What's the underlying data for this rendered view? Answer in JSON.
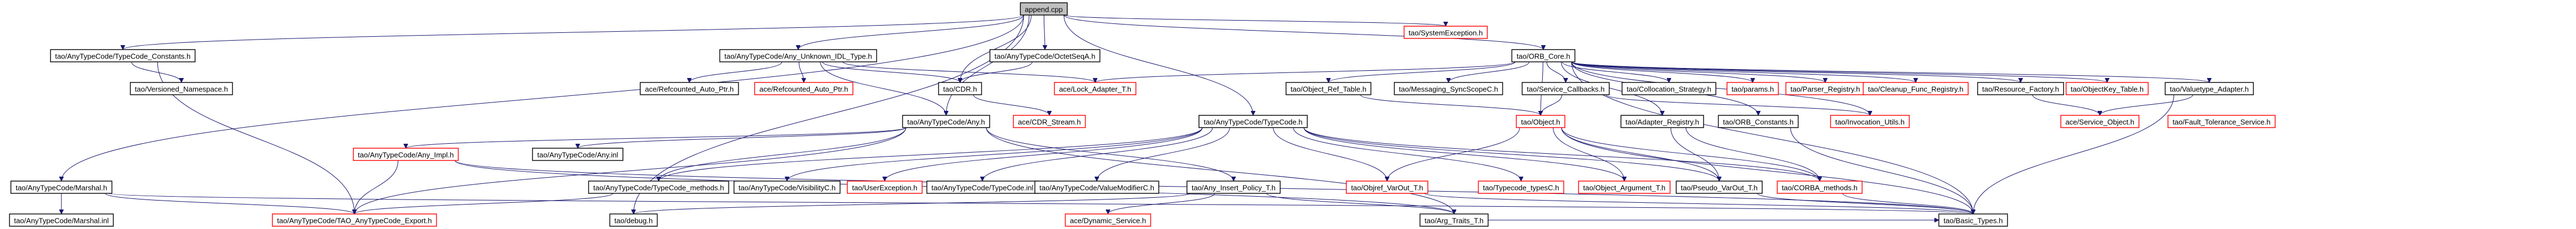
{
  "title": "",
  "colors": {
    "edge": "#191970",
    "root_fill": "#bfbfbf",
    "missing_border": "#ff0000",
    "box_border": "#000000"
  },
  "nodes": [
    {
      "id": "root",
      "label": "append.cpp",
      "style": "root"
    },
    {
      "id": "sysexc",
      "label": "tao/SystemException.h",
      "style": "red"
    },
    {
      "id": "constants",
      "label": "tao/AnyTypeCode/TypeCode_Constants.h",
      "style": "normal"
    },
    {
      "id": "unknown",
      "label": "tao/AnyTypeCode/Any_Unknown_IDL_Type.h",
      "style": "normal"
    },
    {
      "id": "octetseq",
      "label": "tao/AnyTypeCode/OctetSeqA.h",
      "style": "normal"
    },
    {
      "id": "orbcore",
      "label": "tao/ORB_Core.h",
      "style": "normal"
    },
    {
      "id": "verns",
      "label": "tao/Versioned_Namespace.h",
      "style": "normal"
    },
    {
      "id": "refauto",
      "label": "ace/Refcounted_Auto_Ptr.h",
      "style": "normal"
    },
    {
      "id": "refauto2",
      "label": "ace/Refcounted_Auto_Ptr.h",
      "style": "red"
    },
    {
      "id": "cdr",
      "label": "tao/CDR.h",
      "style": "normal"
    },
    {
      "id": "locklock",
      "label": "ace/Lock_Adapter_T.h",
      "style": "red"
    },
    {
      "id": "objreftable",
      "label": "tao/Object_Ref_Table.h",
      "style": "normal"
    },
    {
      "id": "syncscope",
      "label": "tao/Messaging_SyncScopeC.h",
      "style": "normal"
    },
    {
      "id": "svccb",
      "label": "tao/Service_Callbacks.h",
      "style": "normal"
    },
    {
      "id": "colloc",
      "label": "tao/Collocation_Strategy.h",
      "style": "normal"
    },
    {
      "id": "params",
      "label": "tao/params.h",
      "style": "red"
    },
    {
      "id": "parser",
      "label": "tao/Parser_Registry.h",
      "style": "red"
    },
    {
      "id": "cleanup",
      "label": "tao/Cleanup_Func_Registry.h",
      "style": "red"
    },
    {
      "id": "resfactory",
      "label": "tao/Resource_Factory.h",
      "style": "normal"
    },
    {
      "id": "objkeytable",
      "label": "tao/ObjectKey_Table.h",
      "style": "red"
    },
    {
      "id": "valuetype",
      "label": "tao/Valuetype_Adapter.h",
      "style": "normal"
    },
    {
      "id": "any",
      "label": "tao/AnyTypeCode/Any.h",
      "style": "normal"
    },
    {
      "id": "typecode",
      "label": "tao/AnyTypeCode/TypeCode.h",
      "style": "normal"
    },
    {
      "id": "cdrstream",
      "label": "ace/CDR_Stream.h",
      "style": "red"
    },
    {
      "id": "object",
      "label": "tao/Object.h",
      "style": "red"
    },
    {
      "id": "adapterreg",
      "label": "tao/Adapter_Registry.h",
      "style": "normal"
    },
    {
      "id": "orbconst",
      "label": "tao/ORB_Constants.h",
      "style": "normal"
    },
    {
      "id": "invutils",
      "label": "tao/Invocation_Utils.h",
      "style": "red"
    },
    {
      "id": "svcobj",
      "label": "ace/Service_Object.h",
      "style": "red"
    },
    {
      "id": "faulttol",
      "label": "tao/Fault_Tolerance_Service.h",
      "style": "red"
    },
    {
      "id": "anyinl",
      "label": "tao/AnyTypeCode/Any.inl",
      "style": "normal"
    },
    {
      "id": "anyimpl",
      "label": "tao/AnyTypeCode/Any_Impl.h",
      "style": "red"
    },
    {
      "id": "marshal",
      "label": "tao/AnyTypeCode/Marshal.h",
      "style": "normal"
    },
    {
      "id": "methods",
      "label": "tao/AnyTypeCode/TypeCode_methods.h",
      "style": "normal"
    },
    {
      "id": "visibility",
      "label": "tao/AnyTypeCode/VisibilityC.h",
      "style": "normal"
    },
    {
      "id": "userexc",
      "label": "tao/UserException.h",
      "style": "red"
    },
    {
      "id": "tcinl",
      "label": "tao/AnyTypeCode/TypeCode.inl",
      "style": "normal"
    },
    {
      "id": "valuemod",
      "label": "tao/AnyTypeCode/ValueModifierC.h",
      "style": "normal"
    },
    {
      "id": "insert",
      "label": "tao/Any_Insert_Policy_T.h",
      "style": "normal"
    },
    {
      "id": "objvarout",
      "label": "tao/Objref_VarOut_T.h",
      "style": "red"
    },
    {
      "id": "typecodetypes",
      "label": "tao/Typecode_typesC.h",
      "style": "red"
    },
    {
      "id": "objarg",
      "label": "tao/Object_Argument_T.h",
      "style": "red"
    },
    {
      "id": "pseudo",
      "label": "tao/Pseudo_VarOut_T.h",
      "style": "normal"
    },
    {
      "id": "corbamethods",
      "label": "tao/CORBA_methods.h",
      "style": "red"
    },
    {
      "id": "marshalinl",
      "label": "tao/AnyTypeCode/Marshal.inl",
      "style": "normal"
    },
    {
      "id": "taoexport",
      "label": "tao/AnyTypeCode/TAO_AnyTypeCode_Export.h",
      "style": "red"
    },
    {
      "id": "debug",
      "label": "tao/debug.h",
      "style": "normal"
    },
    {
      "id": "dynsvc",
      "label": "ace/Dynamic_Service.h",
      "style": "red"
    },
    {
      "id": "argtraits",
      "label": "tao/Arg_Traits_T.h",
      "style": "normal"
    },
    {
      "id": "basictypes",
      "label": "tao/Basic_Types.h",
      "style": "normal"
    }
  ],
  "edges": [
    [
      "root",
      "sysexc"
    ],
    [
      "root",
      "constants"
    ],
    [
      "root",
      "unknown"
    ],
    [
      "root",
      "octetseq"
    ],
    [
      "root",
      "orbcore"
    ],
    [
      "root",
      "any"
    ],
    [
      "root",
      "typecode"
    ],
    [
      "root",
      "marshal"
    ],
    [
      "root",
      "cdr"
    ],
    [
      "root",
      "debug"
    ],
    [
      "constants",
      "verns"
    ],
    [
      "constants",
      "taoexport"
    ],
    [
      "unknown",
      "refauto"
    ],
    [
      "unknown",
      "refauto2"
    ],
    [
      "unknown",
      "cdr"
    ],
    [
      "unknown",
      "locklock"
    ],
    [
      "unknown",
      "any"
    ],
    [
      "octetseq",
      "cdr"
    ],
    [
      "orbcore",
      "locklock"
    ],
    [
      "orbcore",
      "objreftable"
    ],
    [
      "orbcore",
      "syncscope"
    ],
    [
      "orbcore",
      "svccb"
    ],
    [
      "orbcore",
      "colloc"
    ],
    [
      "orbcore",
      "params"
    ],
    [
      "orbcore",
      "parser"
    ],
    [
      "orbcore",
      "cleanup"
    ],
    [
      "orbcore",
      "resfactory"
    ],
    [
      "orbcore",
      "objkeytable"
    ],
    [
      "orbcore",
      "valuetype"
    ],
    [
      "orbcore",
      "object"
    ],
    [
      "orbcore",
      "adapterreg"
    ],
    [
      "orbcore",
      "orbconst"
    ],
    [
      "orbcore",
      "invutils"
    ],
    [
      "orbcore",
      "basictypes"
    ],
    [
      "cdr",
      "cdrstream"
    ],
    [
      "objreftable",
      "object"
    ],
    [
      "svccb",
      "object"
    ],
    [
      "svccb",
      "invutils"
    ],
    [
      "resfactory",
      "svcobj"
    ],
    [
      "valuetype",
      "svcobj"
    ],
    [
      "valuetype",
      "basictypes"
    ],
    [
      "any",
      "anyinl"
    ],
    [
      "any",
      "anyimpl"
    ],
    [
      "any",
      "methods"
    ],
    [
      "any",
      "insert"
    ],
    [
      "any",
      "argtraits"
    ],
    [
      "any",
      "taoexport"
    ],
    [
      "typecode",
      "methods"
    ],
    [
      "typecode",
      "visibility"
    ],
    [
      "typecode",
      "userexc"
    ],
    [
      "typecode",
      "tcinl"
    ],
    [
      "typecode",
      "valuemod"
    ],
    [
      "typecode",
      "typecodetypes"
    ],
    [
      "typecode",
      "objarg"
    ],
    [
      "typecode",
      "pseudo"
    ],
    [
      "typecode",
      "corbamethods"
    ],
    [
      "typecode",
      "objvarout"
    ],
    [
      "object",
      "objvarout"
    ],
    [
      "object",
      "objarg"
    ],
    [
      "object",
      "pseudo"
    ],
    [
      "object",
      "corbamethods"
    ],
    [
      "object",
      "basictypes"
    ],
    [
      "adapterreg",
      "corbamethods"
    ],
    [
      "adapterreg",
      "pseudo"
    ],
    [
      "orbconst",
      "basictypes"
    ],
    [
      "anyimpl",
      "taoexport"
    ],
    [
      "anyimpl",
      "argtraits"
    ],
    [
      "anyimpl",
      "basictypes"
    ],
    [
      "marshal",
      "marshalinl"
    ],
    [
      "marshal",
      "taoexport"
    ],
    [
      "marshal",
      "basictypes"
    ],
    [
      "methods",
      "taoexport"
    ],
    [
      "insert",
      "dynsvc"
    ],
    [
      "insert",
      "argtraits"
    ],
    [
      "insert",
      "debug"
    ],
    [
      "objvarout",
      "basictypes"
    ],
    [
      "corbamethods",
      "basictypes"
    ],
    [
      "pseudo",
      "basictypes"
    ],
    [
      "argtraits",
      "basictypes"
    ]
  ]
}
